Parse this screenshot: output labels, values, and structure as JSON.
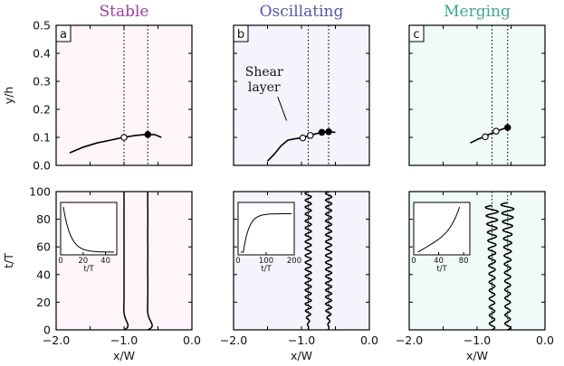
{
  "chart_data": [
    {
      "type": "line",
      "panel_id": "a",
      "title": "Stable",
      "title_color": "#9b3f9b",
      "background": "#fdf5f9",
      "ylabel": "y/h",
      "xlim": [
        -2.0,
        0.0
      ],
      "ylim": [
        0.0,
        0.5
      ],
      "yticks": [
        "0.0",
        "0.1",
        "0.2",
        "0.3",
        "0.4",
        "0.5"
      ],
      "vlines": [
        -1.0,
        -0.65
      ],
      "series": [
        {
          "x": [
            -1.8,
            -1.6,
            -1.4,
            -1.2,
            -1.05,
            -1.0,
            -0.85,
            -0.7,
            -0.55,
            -0.45
          ],
          "y": [
            0.045,
            0.065,
            0.08,
            0.09,
            0.098,
            0.1,
            0.106,
            0.11,
            0.11,
            0.1
          ]
        }
      ],
      "markers": [
        {
          "x": -1.0,
          "y": 0.1,
          "filled": false
        },
        {
          "x": -0.65,
          "y": 0.11,
          "filled": true
        }
      ]
    },
    {
      "type": "line",
      "panel_id": "b",
      "title": "Oscillating",
      "title_color": "#5555aa",
      "background": "#f5f3fb",
      "xlim": [
        -2.0,
        0.0
      ],
      "ylim": [
        0.0,
        0.5
      ],
      "vlines": [
        -0.9,
        -0.6
      ],
      "annotation": [
        "Shear",
        "layer"
      ],
      "series": [
        {
          "x": [
            -1.5,
            -1.4,
            -1.3,
            -1.2,
            -1.1,
            -1.0,
            -0.9,
            -0.8,
            -0.7,
            -0.6,
            -0.5
          ],
          "y": [
            0.015,
            0.04,
            0.07,
            0.09,
            0.095,
            0.098,
            0.105,
            0.112,
            0.118,
            0.12,
            0.118
          ]
        }
      ],
      "markers": [
        {
          "x": -0.98,
          "y": 0.098,
          "filled": false
        },
        {
          "x": -0.87,
          "y": 0.107,
          "filled": false
        },
        {
          "x": -0.7,
          "y": 0.118,
          "filled": true
        },
        {
          "x": -0.6,
          "y": 0.12,
          "filled": true
        }
      ]
    },
    {
      "type": "line",
      "panel_id": "c",
      "title": "Merging",
      "title_color": "#3aa88a",
      "background": "#f0faf8",
      "xlim": [
        -2.0,
        0.0
      ],
      "ylim": [
        0.0,
        0.5
      ],
      "vlines": [
        -0.78,
        -0.55
      ],
      "series": [
        {
          "x": [
            -1.1,
            -1.0,
            -0.9,
            -0.8,
            -0.7,
            -0.6,
            -0.52
          ],
          "y": [
            0.08,
            0.092,
            0.103,
            0.113,
            0.123,
            0.132,
            0.14
          ]
        }
      ],
      "markers": [
        {
          "x": -0.88,
          "y": 0.102,
          "filled": false
        },
        {
          "x": -0.72,
          "y": 0.122,
          "filled": false
        },
        {
          "x": -0.55,
          "y": 0.135,
          "filled": true
        }
      ]
    },
    {
      "type": "line",
      "panel_id": "a-bottom",
      "background": "#fdf5f9",
      "xlabel": "x/W",
      "ylabel": "t/T",
      "xlim": [
        -2.0,
        0.0
      ],
      "ylim": [
        0,
        100
      ],
      "xticks": [
        "−2.0",
        "−1.0",
        "0.0"
      ],
      "yticks": [
        "0",
        "20",
        "40",
        "60",
        "80",
        "100"
      ],
      "traces": [
        {
          "x0": -1.0,
          "amp": [
            0.18,
            0.0
          ],
          "cycles": 4,
          "t_end": 100
        },
        {
          "x0": -0.65,
          "amp": [
            0.2,
            0.0
          ],
          "cycles": 4,
          "t_end": 100
        }
      ],
      "inset": {
        "xlim": [
          0,
          50
        ],
        "xticks": [
          "0",
          "20",
          "40"
        ],
        "xlabel": "t/T",
        "curve": "decay"
      }
    },
    {
      "type": "line",
      "panel_id": "b-bottom",
      "background": "#f5f3fb",
      "xlabel": "x/W",
      "xlim": [
        -2.0,
        0.0
      ],
      "ylim": [
        0,
        100
      ],
      "xticks": [
        "−2.0",
        "−1.0",
        "0.0"
      ],
      "traces": [
        {
          "x0": -0.9,
          "amp": [
            0.0,
            0.045
          ],
          "cycles": 20,
          "t_end": 100
        },
        {
          "x0": -0.6,
          "amp": [
            0.0,
            0.045
          ],
          "cycles": 20,
          "t_end": 100
        }
      ],
      "inset": {
        "xlim": [
          0,
          200
        ],
        "xticks": [
          "0",
          "100",
          "200"
        ],
        "xlabel": "t/T",
        "curve": "growth"
      }
    },
    {
      "type": "line",
      "panel_id": "c-bottom",
      "background": "#f0faf8",
      "xlabel": "x/W",
      "xlim": [
        -2.0,
        0.0
      ],
      "ylim": [
        0,
        100
      ],
      "xticks": [
        "−2.0",
        "−1.0",
        "0.0"
      ],
      "traces": [
        {
          "x0": -0.78,
          "amp": [
            0.04,
            0.1
          ],
          "cycles": 15,
          "t_end": 90
        },
        {
          "x0": -0.55,
          "amp": [
            0.04,
            0.1
          ],
          "cycles": 15,
          "t_end": 92
        }
      ],
      "inset": {
        "xlim": [
          0,
          90
        ],
        "xticks": [
          "0",
          "40",
          "80"
        ],
        "xlabel": "t/T",
        "curve": "merge"
      }
    }
  ]
}
